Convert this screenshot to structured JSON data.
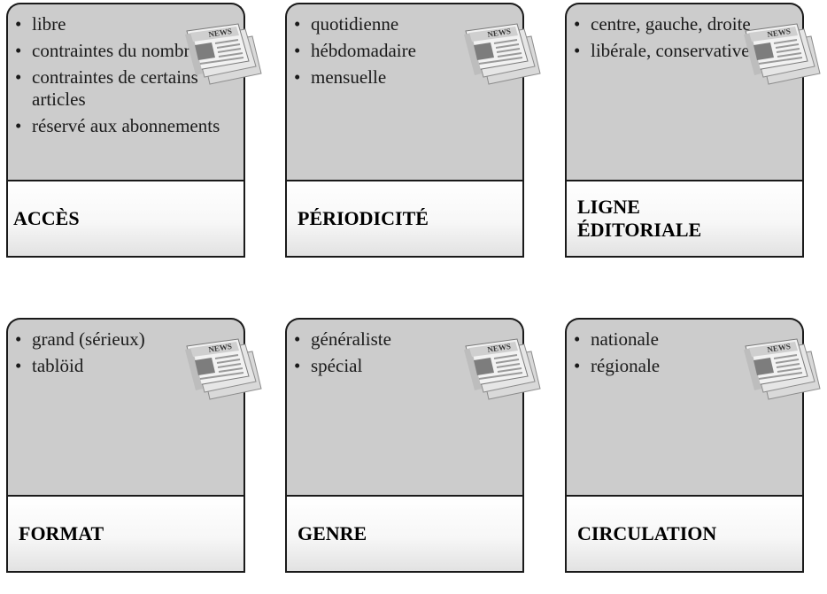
{
  "cards": [
    {
      "title": "ACCÈS",
      "items": [
        "libre",
        "contraintes du nombre",
        "contraintes de certains articles",
        "réservé aux abonnements"
      ]
    },
    {
      "title": "PÉRIODICITÉ",
      "items": [
        "quotidienne",
        "hébdomadaire",
        "mensuelle"
      ]
    },
    {
      "title": "LIGNE ÉDITORIALE",
      "items": [
        "centre, gauche, droite",
        "libérale, conservative"
      ]
    },
    {
      "title": "FORMAT",
      "items": [
        "grand (sérieux)",
        "tablöid"
      ]
    },
    {
      "title": "GENRE",
      "items": [
        "généraliste",
        "spécial"
      ]
    },
    {
      "title": "CIRCULATION",
      "items": [
        "nationale",
        "régionale"
      ]
    }
  ],
  "icon": {
    "name": "newspaper-icon",
    "text": "NEWS"
  },
  "colors": {
    "panel": "#cccccc",
    "border": "#1a1a1a",
    "label": "#000000"
  }
}
